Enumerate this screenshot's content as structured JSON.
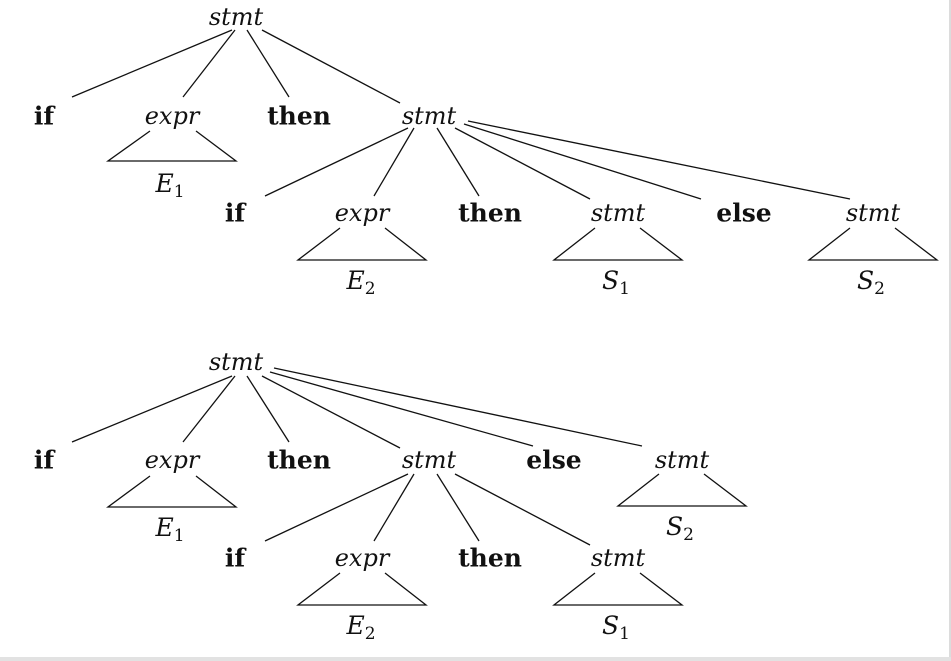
{
  "tree_1": {
    "root": "stmt",
    "if": "if",
    "expr": "expr",
    "expr_sub": "E",
    "expr_sub_index": "1",
    "then": "then",
    "inner_stmt": "stmt",
    "inner_if": "if",
    "inner_expr": "expr",
    "inner_expr_sub": "E",
    "inner_expr_sub_index": "2",
    "inner_then": "then",
    "inner_body_stmt": "stmt",
    "inner_body_sub": "S",
    "inner_body_sub_index": "1",
    "else": "else",
    "else_stmt": "stmt",
    "else_sub": "S",
    "else_sub_index": "2"
  },
  "tree_2": {
    "root": "stmt",
    "if": "if",
    "expr": "expr",
    "expr_sub": "E",
    "expr_sub_index": "1",
    "then": "then",
    "inner_stmt": "stmt",
    "else": "else",
    "else_stmt": "stmt",
    "else_sub": "S",
    "else_sub_index": "2",
    "inner_if": "if",
    "inner_expr": "expr",
    "inner_expr_sub": "E",
    "inner_expr_sub_index": "2",
    "inner_then": "then",
    "inner_body_stmt": "stmt",
    "inner_body_sub": "S",
    "inner_body_sub_index": "1"
  }
}
